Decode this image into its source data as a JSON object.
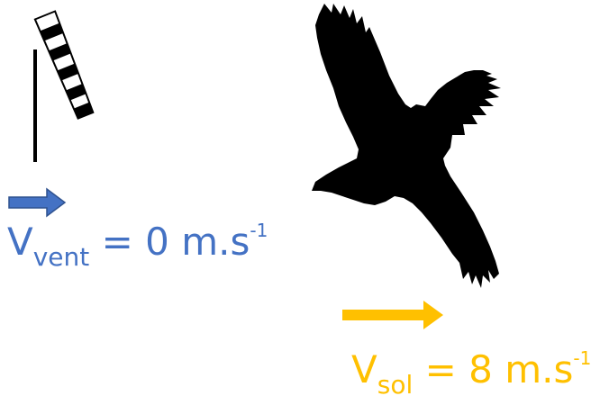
{
  "colors": {
    "wind": "#4472c4",
    "ground": "#ffc000",
    "silhouette": "#000000"
  },
  "icons": {
    "windsock": "windsock-icon",
    "bird": "bird-silhouette-icon"
  },
  "wind_label": {
    "symbol": "V",
    "subscript": "vent",
    "equals": " = 0 m.s",
    "exponent": "-1"
  },
  "ground_label": {
    "symbol": "V",
    "subscript": "sol",
    "equals": " = 8 m.s",
    "exponent": "-1"
  }
}
